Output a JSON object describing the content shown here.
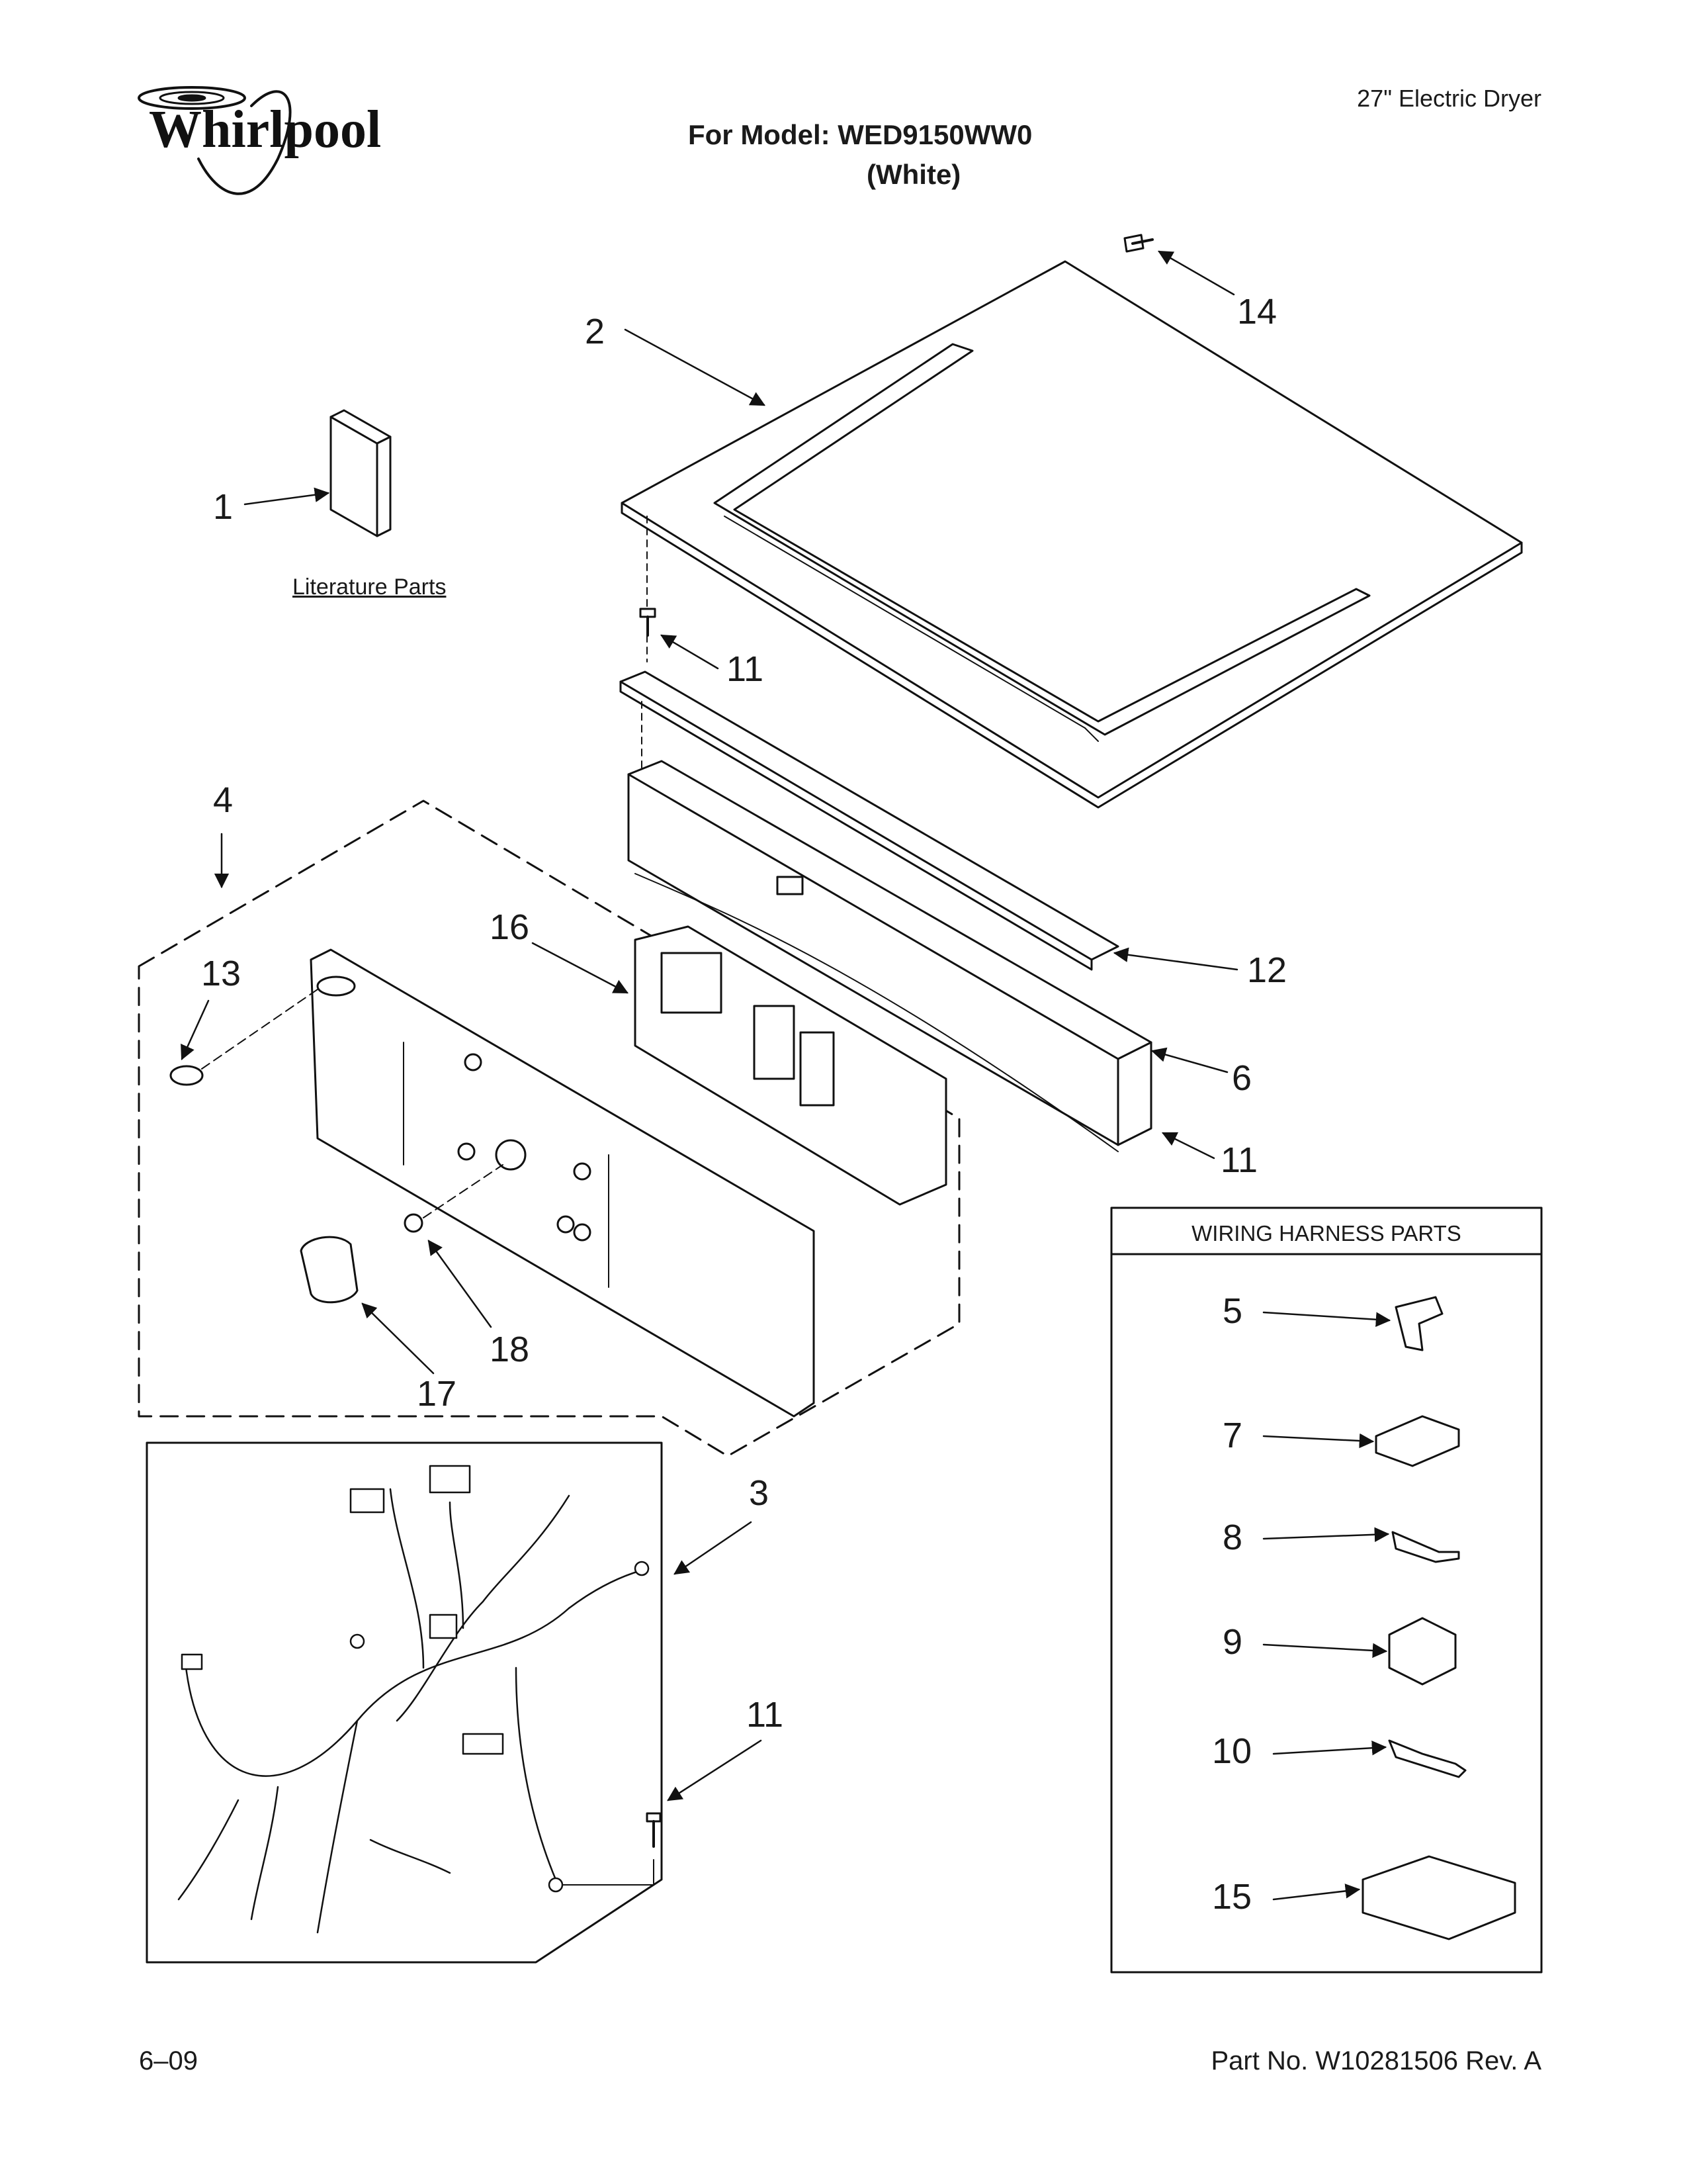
{
  "header": {
    "brand": "Whirlpool",
    "product": "27\" Electric Dryer",
    "model_line": "For Model: WED9150WW0",
    "color_line": "(White)"
  },
  "sections": {
    "literature_label": "Literature Parts",
    "wiring_harness_title": "WIRING HARNESS PARTS"
  },
  "callouts": {
    "c1": "1",
    "c2": "2",
    "c3": "3",
    "c4": "4",
    "c5": "5",
    "c6": "6",
    "c7": "7",
    "c8": "8",
    "c9": "9",
    "c10": "10",
    "c11a": "11",
    "c11b": "11",
    "c11c": "11",
    "c12": "12",
    "c13": "13",
    "c14": "14",
    "c15": "15",
    "c16": "16",
    "c17": "17",
    "c18": "18"
  },
  "footer": {
    "date": "6–09",
    "part_number": "Part No. W10281506 Rev. A"
  }
}
